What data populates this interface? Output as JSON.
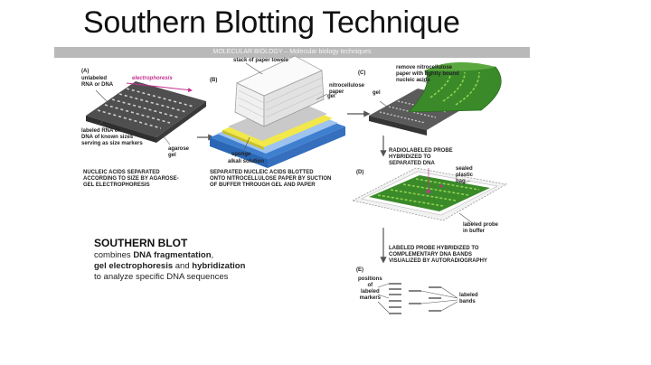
{
  "slide": {
    "title": "Southern Blotting Technique",
    "banner": "MOLECULAR BIOLOGY  –  Molecular biology techniques"
  },
  "panels": {
    "a": "(A)",
    "b": "(B)",
    "c": "(C)",
    "d": "(D)",
    "e": "(E)"
  },
  "labels": {
    "unlabeled": "unlabeled\nRNA or DNA",
    "electrophoresis": "electrophoresis",
    "markers": "labeled RNA or\nDNA of known sizes\nserving as size markers",
    "agarose": "agarose\ngel",
    "towels": "stack of paper towels",
    "nitro": "nitrocellulose\npaper",
    "gel": "gel",
    "sponge": "sponge",
    "alkali": "alkali solution",
    "remove": "remove nitrocellulose\npaper with tightly bound\nnucleic acids",
    "probe_hyb": "RADIOLABELED PROBE\nHYBRIDIZED TO\nSEPARATED DNA",
    "bag": "sealed\nplastic\nbag",
    "probe_buffer": "labeled probe\nin buffer",
    "positions": "positions\nof\nlabeled\nmarkers",
    "bands": "labeled\nbands"
  },
  "captions": {
    "a": "NUCLEIC ACIDS SEPARATED\nACCORDING TO SIZE BY AGAROSE-\nGEL ELECTROPHORESIS",
    "b": "SEPARATED NUCLEIC ACIDS BLOTTED\nONTO NITROCELLULOSE PAPER BY SUCTION\nOF BUFFER THROUGH GEL AND PAPER",
    "d": "LABELED PROBE HYBRIDIZED TO\nCOMPLEMENTARY DNA BANDS\nVISUALIZED BY AUTORADIOGRAPHY"
  },
  "summary": {
    "heading": "SOUTHERN BLOT",
    "line1_pre": "combines ",
    "line1_b": "DNA fragmentation",
    "line1_post": ",",
    "line2_b1": "gel electrophoresis",
    "line2_mid": " and ",
    "line2_b2": "hybridization",
    "line3": "to analyze specific DNA sequences"
  },
  "colors": {
    "gel_gray": "#5b5b5b",
    "membrane_green": "#3a8a2a",
    "band_green": "#8fd14f",
    "nitro_yellow": "#f2e84a",
    "sponge_blue": "#4b8fd9",
    "electro_magenta": "#c4338f"
  }
}
